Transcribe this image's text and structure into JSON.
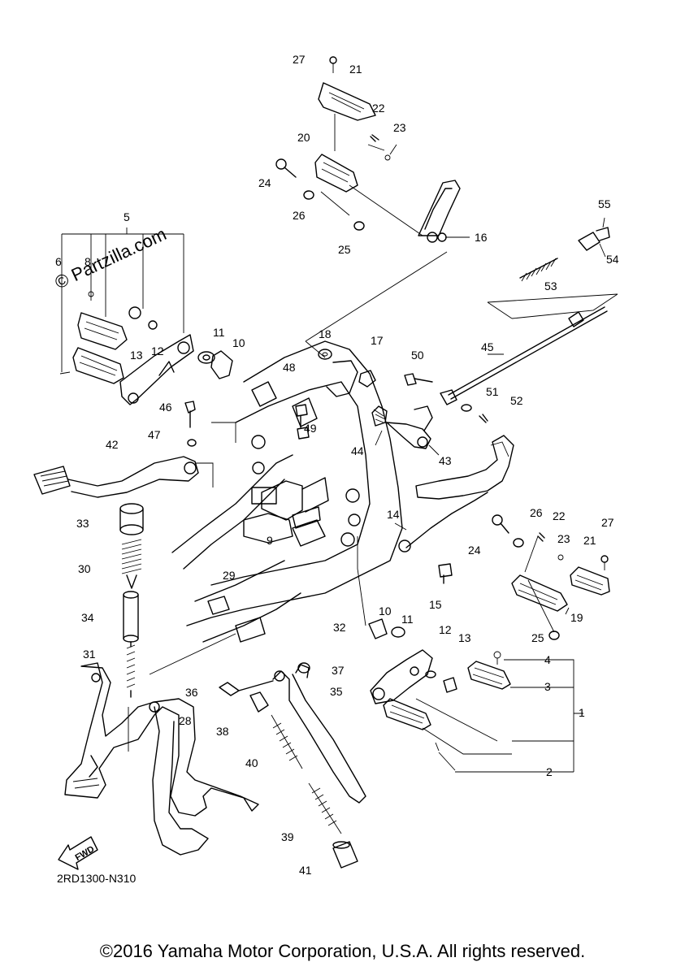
{
  "watermark": "© Partzilla.com",
  "diagram_code": "2RD1300-N310",
  "fwd_label": "FWD",
  "copyright": "©2016 Yamaha Motor Corporation, U.S.A. All rights reserved.",
  "callouts": [
    "1",
    "2",
    "3",
    "4",
    "5",
    "6",
    "8",
    "9",
    "10",
    "10",
    "11",
    "11",
    "12",
    "12",
    "13",
    "13",
    "14",
    "15",
    "16",
    "17",
    "18",
    "19",
    "20",
    "21",
    "21",
    "22",
    "22",
    "23",
    "23",
    "24",
    "24",
    "25",
    "25",
    "26",
    "26",
    "27",
    "27",
    "28",
    "29",
    "30",
    "31",
    "32",
    "33",
    "34",
    "35",
    "36",
    "37",
    "38",
    "39",
    "40",
    "41",
    "42",
    "43",
    "44",
    "45",
    "46",
    "47",
    "48",
    "49",
    "50",
    "51",
    "52",
    "53",
    "54",
    "55"
  ]
}
